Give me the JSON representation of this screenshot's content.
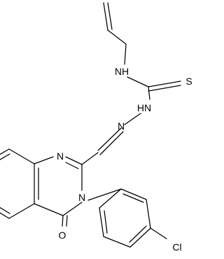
{
  "molecule": {
    "atoms": {
      "nh": "NH",
      "s": "S",
      "hn": "HN",
      "n_imine": "N",
      "n1": "N",
      "n3": "N",
      "o": "O",
      "cl": "Cl"
    }
  }
}
